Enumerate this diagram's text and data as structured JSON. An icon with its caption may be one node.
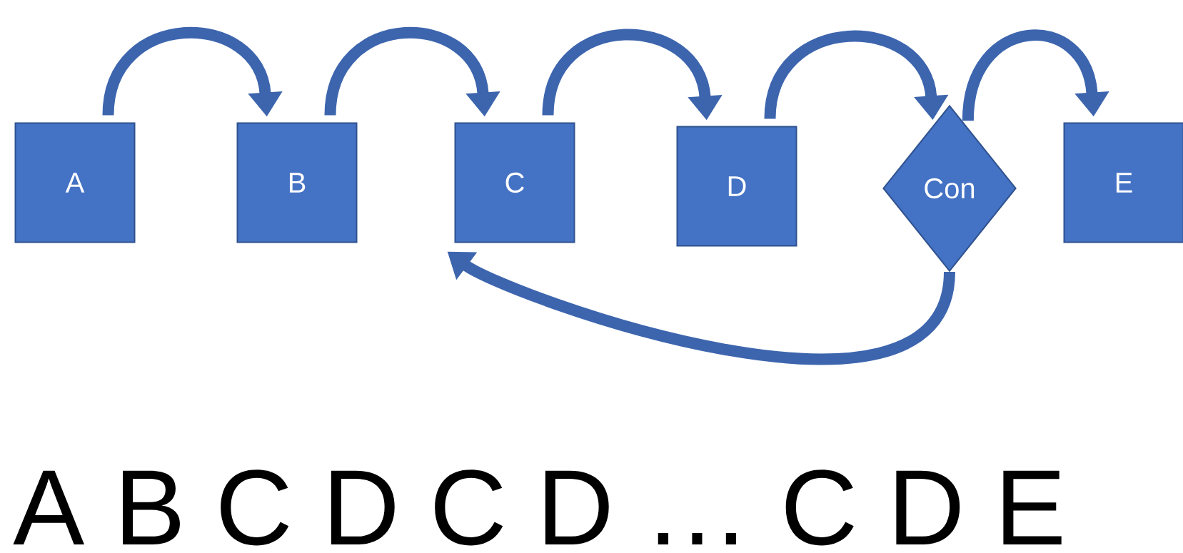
{
  "diagram": {
    "nodes": [
      {
        "text": [
          "A"
        ]
      },
      {
        "text": [
          "B"
        ]
      },
      {
        "text": [
          "C"
        ]
      },
      {
        "text": [
          "D"
        ]
      },
      {
        "text": [
          "Con"
        ]
      },
      {
        "text": [
          "E"
        ]
      }
    ],
    "edges": [
      {
        "from": 0,
        "to": 1,
        "arrow": "to"
      },
      {
        "from": 1,
        "to": 2,
        "arrow": "to"
      },
      {
        "from": 2,
        "to": 3,
        "arrow": "to"
      },
      {
        "from": 3,
        "to": 4,
        "arrow": "to"
      },
      {
        "from": 4,
        "to": 5,
        "arrow": "to"
      },
      {
        "from": 4,
        "to": 2,
        "arrow": "to"
      }
    ],
    "labels": [
      "A B C D C D … C D E"
    ]
  }
}
